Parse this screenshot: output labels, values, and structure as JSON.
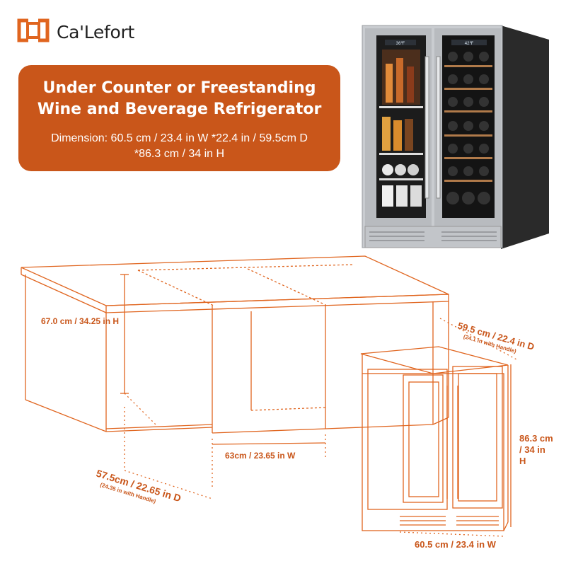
{
  "brand": {
    "name": "Ca'Lefort",
    "logo_icon": "square-bracket-logo-icon",
    "accent": "#e0651f"
  },
  "banner": {
    "title_line1": "Under Counter or Freestanding",
    "title_line2": "Wine and Beverage Refrigerator",
    "dimension_line1": "Dimension: 60.5 cm / 23.4 in W *22.4 in / 59.5cm D",
    "dimension_line2": "*86.3 cm / 34 in H",
    "color": "#c9561a"
  },
  "labels": {
    "counter_height": "67.0 cm / 34.25 in H",
    "opening_width": "63cm / 23.65 in W",
    "opening_depth": "57.5cm / 22.65 in D",
    "opening_depth_note": "(24.35 in with Handle)",
    "fridge_depth": "59.5 cm / 22.4 in D",
    "fridge_depth_note": "(24.1 in with Handle)",
    "fridge_height_1": "86.3 cm",
    "fridge_height_2": "/ 34 in",
    "fridge_height_3": "H",
    "fridge_width": "60.5 cm / 23.4 in W"
  },
  "fridge_display": {
    "left_temp": "36℉",
    "right_temp": "42℉"
  }
}
